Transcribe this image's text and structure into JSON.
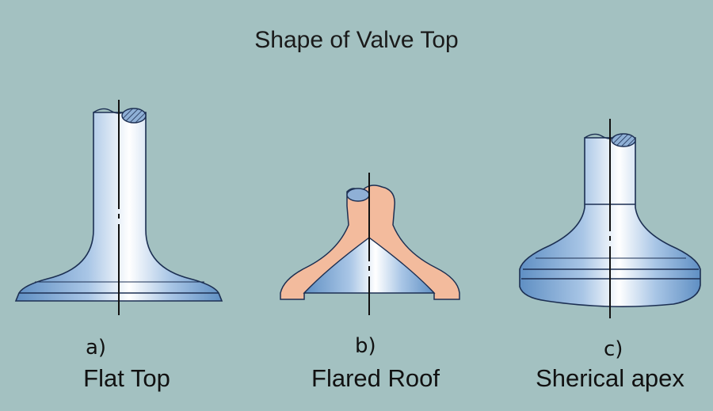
{
  "title": "Shape of Valve Top",
  "valves": [
    {
      "letter": "a)",
      "caption": "Flat Top"
    },
    {
      "letter": "b)",
      "caption": "Flared Roof"
    },
    {
      "letter": "c)",
      "caption": "Sherical apex"
    }
  ],
  "colors": {
    "background": "#a3c1c1",
    "valve_blue": "#6f9ccb",
    "highlight": "#ffffff",
    "flare_skin": "#f3bb9d",
    "outline": "#1c2f52"
  }
}
